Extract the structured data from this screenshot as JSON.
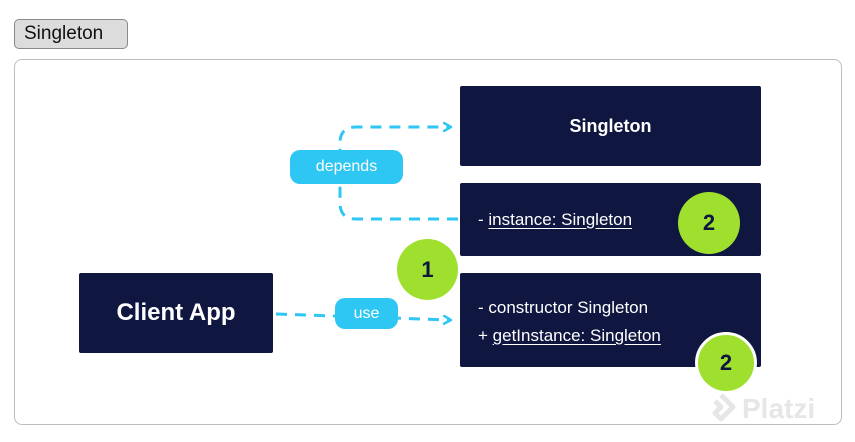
{
  "page_tag": "Singleton",
  "diagram": {
    "class_name": "Singleton",
    "attribute": {
      "prefix": "- ",
      "text": "instance: Singleton"
    },
    "methods": [
      {
        "prefix": "- ",
        "text": "constructor Singleton"
      },
      {
        "prefix": "+ ",
        "text": "getInstance: Singleton"
      }
    ],
    "client": "Client App",
    "edges": {
      "depends": "depends",
      "use": "use"
    },
    "badges": {
      "one": "1",
      "two_a": "2",
      "two_b": "2"
    }
  },
  "watermark": "Platzi",
  "icons": [
    "arrow-head-icon",
    "platzi-logo-icon"
  ],
  "colors": {
    "box_fill": "#0f1640",
    "arrow": "#2ec6f2",
    "badge": "#9fe02e",
    "tag_bg": "#dcdcdc"
  }
}
